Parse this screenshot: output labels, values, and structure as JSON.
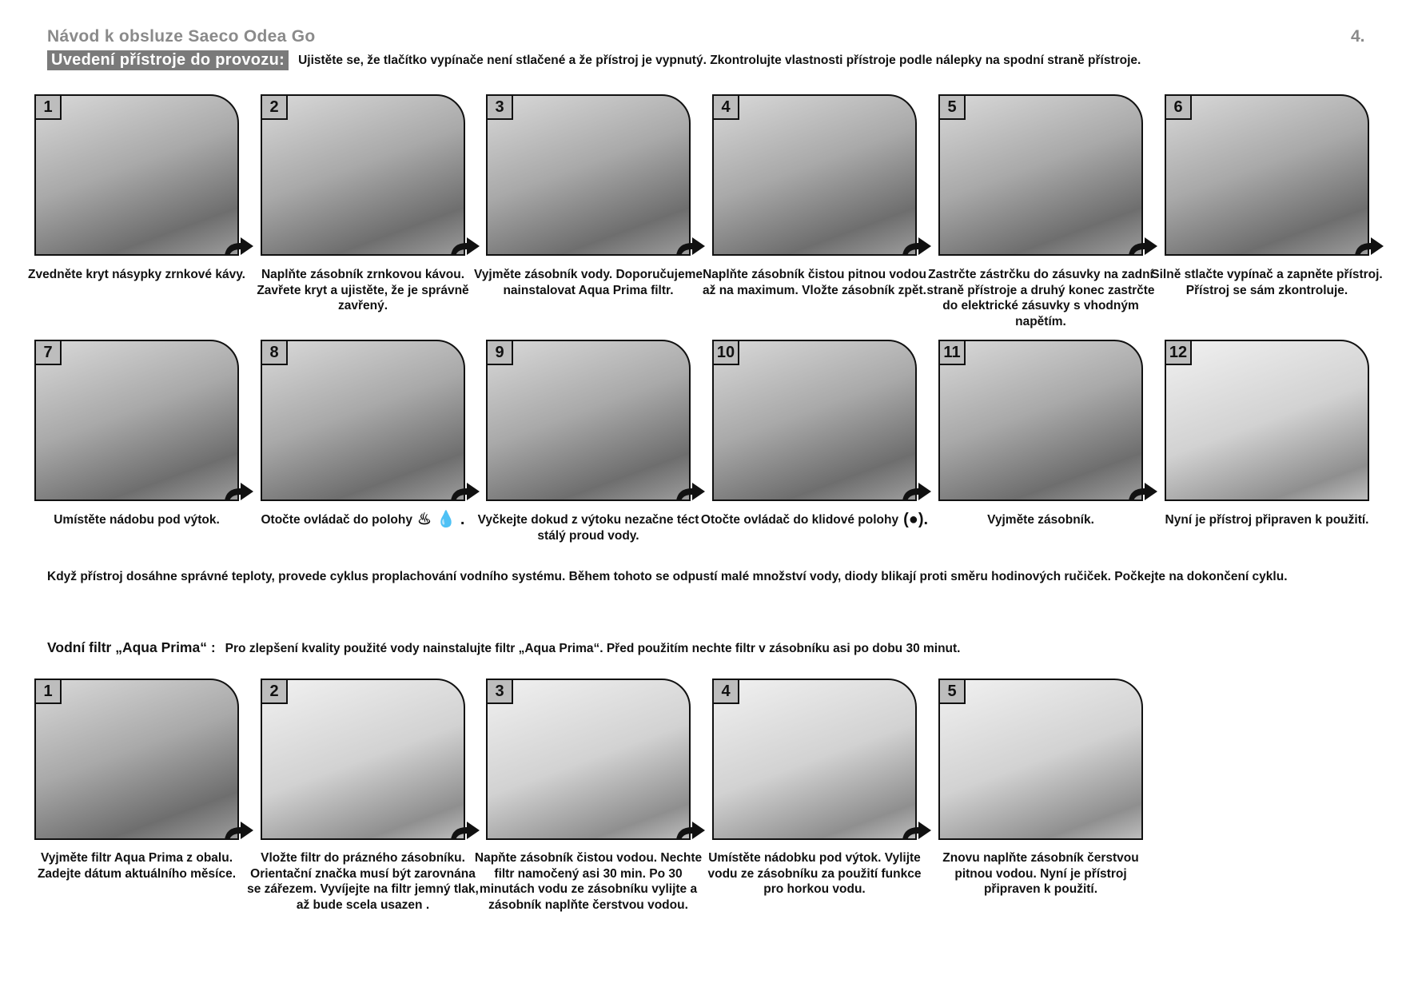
{
  "header": {
    "title": "Návod k obsluze Saeco Odea Go",
    "page_number": "4."
  },
  "setup": {
    "label": "Uvedení přístroje do provozu:",
    "text": "Ujistěte se, že tlačítko vypínače není stlačené a že přístroj je vypnutý. Zkontrolujte vlastnosti přístroje podle nálepky na spodní straně přístroje."
  },
  "steps_row1": [
    {
      "num": "1",
      "caption": "Zvedněte kryt násypky zrnkové kávy."
    },
    {
      "num": "2",
      "caption": "Naplňte zásobník zrnkovou kávou. Zavřete kryt a ujistěte, že je správně zavřený."
    },
    {
      "num": "3",
      "caption": "Vyjměte zásobník vody. Doporučujeme nainstalovat Aqua Prima filtr."
    },
    {
      "num": "4",
      "caption": "Naplňte zásobník čistou pitnou vodou až na maximum. Vložte zásobník zpět."
    },
    {
      "num": "5",
      "caption": "Zastrčte zástrčku do zásuvky na zadní straně přístroje a druhý konec zastrčte do elektrické zásuvky s vhodným napětím."
    },
    {
      "num": "6",
      "caption": "Silně stlačte vypínač a zapněte přístroj. Přístroj se sám zkontroluje."
    }
  ],
  "steps_row2": [
    {
      "num": "7",
      "caption": "Umístěte nádobu pod výtok."
    },
    {
      "num": "8",
      "caption": "Otočte ovládač do polohy",
      "symbol": "♨ 💧 ."
    },
    {
      "num": "9",
      "caption": "Vyčkejte dokud z výtoku nezačne téct stálý proud vody."
    },
    {
      "num": "10",
      "caption": "Otočte ovládač do klidové polohy",
      "symbol": "(●)."
    },
    {
      "num": "11",
      "caption": "Vyjměte zásobník."
    },
    {
      "num": "12",
      "caption": "Nyní je přístroj připraven k použití."
    }
  ],
  "rinse_note": "Když přístroj dosáhne správné teploty, provede cyklus proplachování vodního systému. Během tohoto se odpustí malé množství vody, diody blikají proti směru hodinových ručiček. Počkejte na dokončení cyklu.",
  "aqua": {
    "label": "Vodní filtr „Aqua Prima“ :",
    "text": "Pro zlepšení kvality použité vody nainstalujte filtr „Aqua Prima“. Před použitím nechte filtr v zásobníku asi po dobu 30 minut."
  },
  "steps_row3": [
    {
      "num": "1",
      "caption": "Vyjměte filtr Aqua Prima z obalu. Zadejte dátum aktuálního měsíce."
    },
    {
      "num": "2",
      "caption": "Vložte filtr do prázného zásobníku. Orientační značka musí být zarovnána se zářezem. Vyvíjejte na filtr jemný tlak, až bude scela usazen ."
    },
    {
      "num": "3",
      "caption": "Napňte zásobník čistou vodou. Nechte filtr namočený asi 30 min. Po 30 minutách vodu ze zásobníku vylijte a zásobník naplňte čerstvou vodou."
    },
    {
      "num": "4",
      "caption": "Umístěte nádobku pod výtok. Vylijte vodu ze zásobníku za použití funkce pro horkou vodu."
    },
    {
      "num": "5",
      "caption": "Znovu naplňte zásobník čerstvou pitnou vodou. Nyní je přístroj připraven k použití."
    }
  ]
}
